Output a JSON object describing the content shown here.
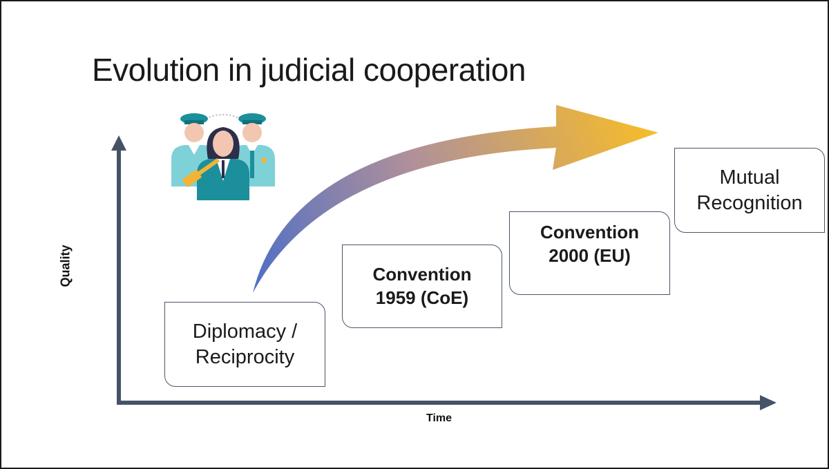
{
  "slide": {
    "title": "Evolution in judicial cooperation"
  },
  "axes": {
    "y_label": "Quality",
    "x_label": "Time"
  },
  "stages": [
    {
      "line1": "Diplomacy /",
      "line2": "Reciprocity"
    },
    {
      "line1": "Convention",
      "line2": "1959 (CoE)"
    },
    {
      "line1": "Convention",
      "line2": "2000 (EU)"
    },
    {
      "line1": "Mutual",
      "line2": "Recognition"
    }
  ],
  "colors": {
    "axis": "#465267",
    "arrow_start": "#4f6fc4",
    "arrow_end": "#f6bc2a",
    "icon_teal": "#1b8f9c",
    "icon_light": "#7fd1d8",
    "gavel": "#f0b437"
  },
  "icons": {
    "judiciary": "judge-and-police-officers-icon"
  }
}
